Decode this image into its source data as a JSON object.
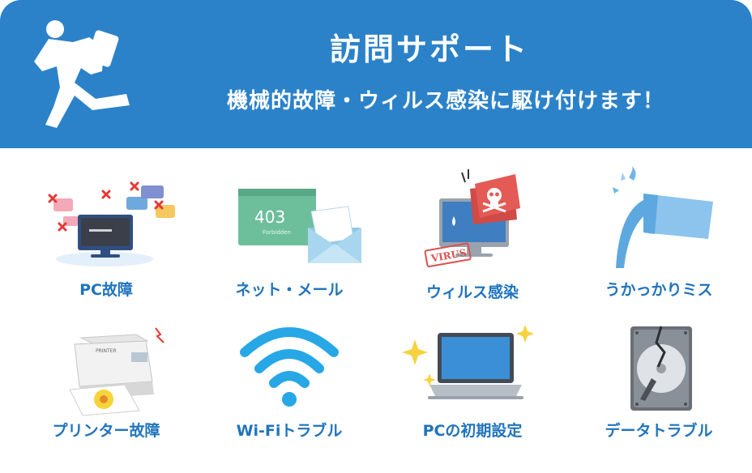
{
  "header": {
    "title": "訪問サポート",
    "subtitle": "機械的故障・ウィルス感染に駆け付けます！"
  },
  "items": [
    {
      "label": "PC故障",
      "icon": "pc-failure-icon"
    },
    {
      "label": "ネット・メール",
      "icon": "net-mail-icon"
    },
    {
      "label": "ウィルス感染",
      "icon": "virus-infection-icon"
    },
    {
      "label": "うかっかりミス",
      "icon": "spill-mistake-icon"
    },
    {
      "label": "プリンター故障",
      "icon": "printer-failure-icon"
    },
    {
      "label": "Wi-Fiトラブル",
      "icon": "wifi-icon"
    },
    {
      "label": "PCの初期設定",
      "icon": "laptop-setup-icon"
    },
    {
      "label": "データトラブル",
      "icon": "hard-disk-icon"
    }
  ],
  "graphics": {
    "error_screen_code": "403",
    "error_screen_text": "Forbidden",
    "stamp_text": "VIRUS",
    "printer_brand": "PRINTER"
  },
  "colors": {
    "header_bg": "#2b82c9",
    "label_text": "#1f74bd",
    "error_red": "#e53935"
  }
}
